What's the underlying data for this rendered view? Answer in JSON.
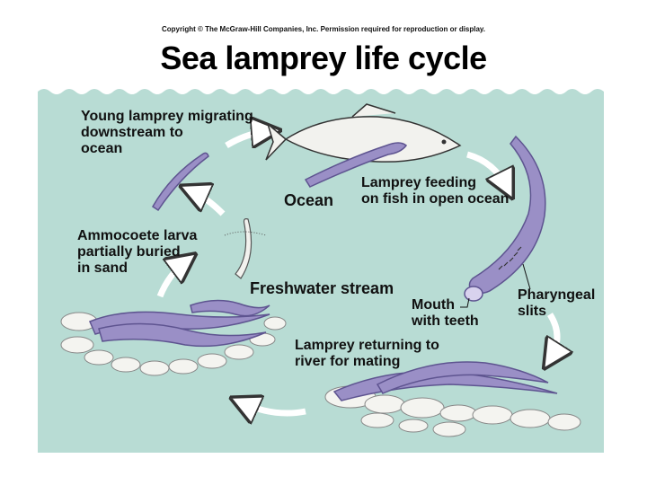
{
  "header": {
    "copyright": "Copyright © The McGraw-Hill Companies, Inc. Permission required for reproduction or display.",
    "title": "Sea lamprey life cycle"
  },
  "labels": {
    "young_lamprey": "Young lamprey migrating\ndownstream to\nocean",
    "ocean": "Ocean",
    "feeding": "Lamprey feeding\non fish in open ocean",
    "ammocoete": "Ammocoete larva\npartially buried\nin sand",
    "freshwater": "Freshwater stream",
    "mouth": "Mouth\nwith teeth",
    "pharyngeal": "Pharyngeal\nslits",
    "returning": "Lamprey returning to\nriver for mating"
  },
  "colors": {
    "water": "#b8dcd4",
    "lamprey": "#9a8fc6",
    "lamprey_dark": "#5e5490",
    "fish": "#f2f2ee",
    "pebble": "#f4f4f0",
    "arrow": "#ffffff"
  }
}
